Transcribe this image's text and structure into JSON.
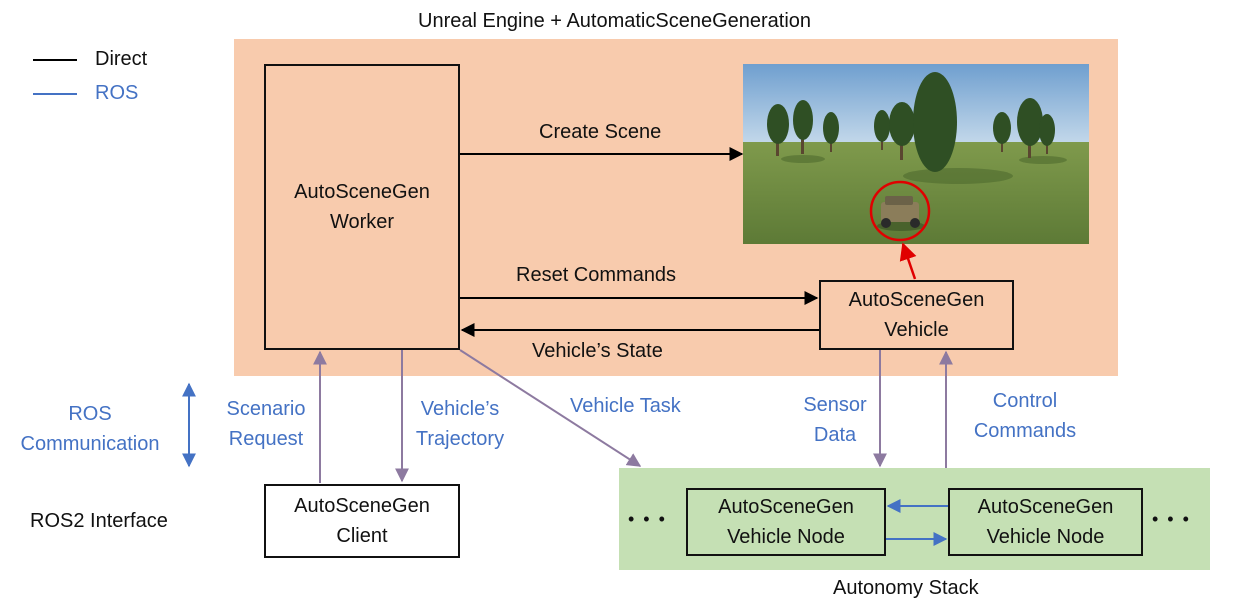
{
  "title": "Unreal Engine + AutomaticSceneGeneration",
  "legend": {
    "direct_label": "Direct",
    "ros_label": "ROS",
    "direct_color": "#000000",
    "ros_color": "#4472c4"
  },
  "left_labels": {
    "ros_comm_line1": "ROS",
    "ros_comm_line2": "Communication",
    "ros2_interface": "ROS2 Interface"
  },
  "boxes": {
    "worker": {
      "line1": "AutoSceneGen",
      "line2": "Worker"
    },
    "vehicle": {
      "line1": "AutoSceneGen",
      "line2": "Vehicle"
    },
    "client": {
      "line1": "AutoSceneGen",
      "line2": "Client"
    },
    "node_left": {
      "line1": "AutoSceneGen",
      "line2": "Vehicle Node"
    },
    "node_right": {
      "line1": "AutoSceneGen",
      "line2": "Vehicle Node"
    }
  },
  "arrows": {
    "create_scene": "Create Scene",
    "reset_commands": "Reset Commands",
    "vehicles_state": "Vehicle’s State",
    "scenario_request_line1": "Scenario",
    "scenario_request_line2": "Request",
    "vehicles_trajectory_line1": "Vehicle’s",
    "vehicles_trajectory_line2": "Trajectory",
    "vehicle_task": "Vehicle Task",
    "sensor_data_line1": "Sensor",
    "sensor_data_line2": "Data",
    "control_commands_line1": "Control",
    "control_commands_line2": "Commands"
  },
  "autonomy_stack_label": "Autonomy Stack",
  "ellipsis": "• • •",
  "colors": {
    "ue_region": "#f8cbad",
    "autonomy_region": "#c5e0b4",
    "ros_blue": "#4472c4",
    "mixed_arrow": "#8d7aa0",
    "highlight_red": "#e00000"
  }
}
